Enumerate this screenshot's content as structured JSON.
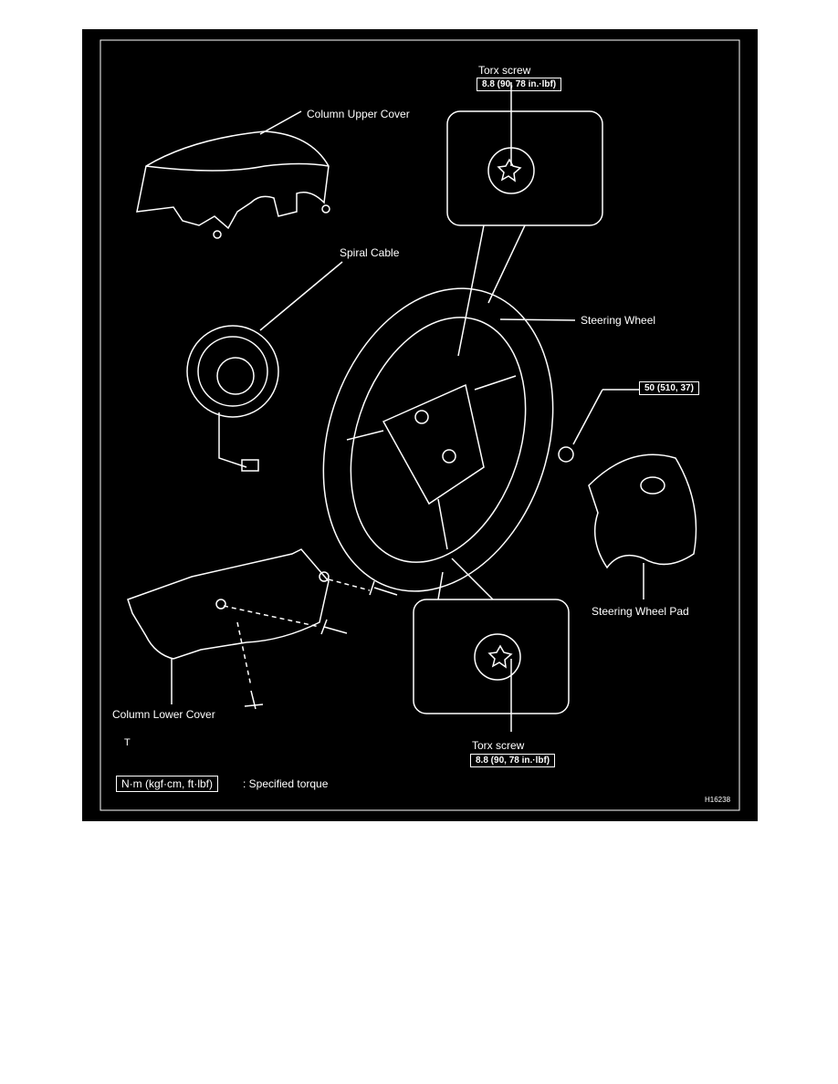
{
  "labels": {
    "column_upper_cover": "Column Upper Cover",
    "spiral_cable": "Spiral Cable",
    "steering_wheel": "Steering Wheel",
    "steering_wheel_pad": "Steering Wheel Pad",
    "column_lower_cover": "Column Lower Cover",
    "torx_top": "Torx screw",
    "torx_bottom": "Torx screw",
    "stray_mark": "T"
  },
  "torques": {
    "torx_top": "8.8 (90, 78 in.·lbf)",
    "torx_bottom": "8.8 (90, 78 in.·lbf)",
    "pad_nut": "50 (510, 37)"
  },
  "legend": {
    "unit_box": "N·m (kgf·cm, ft·lbf)",
    "text": ": Specified torque"
  },
  "figure_id": "H16238",
  "colors": {
    "background": "#000000",
    "lines": "#ffffff"
  }
}
